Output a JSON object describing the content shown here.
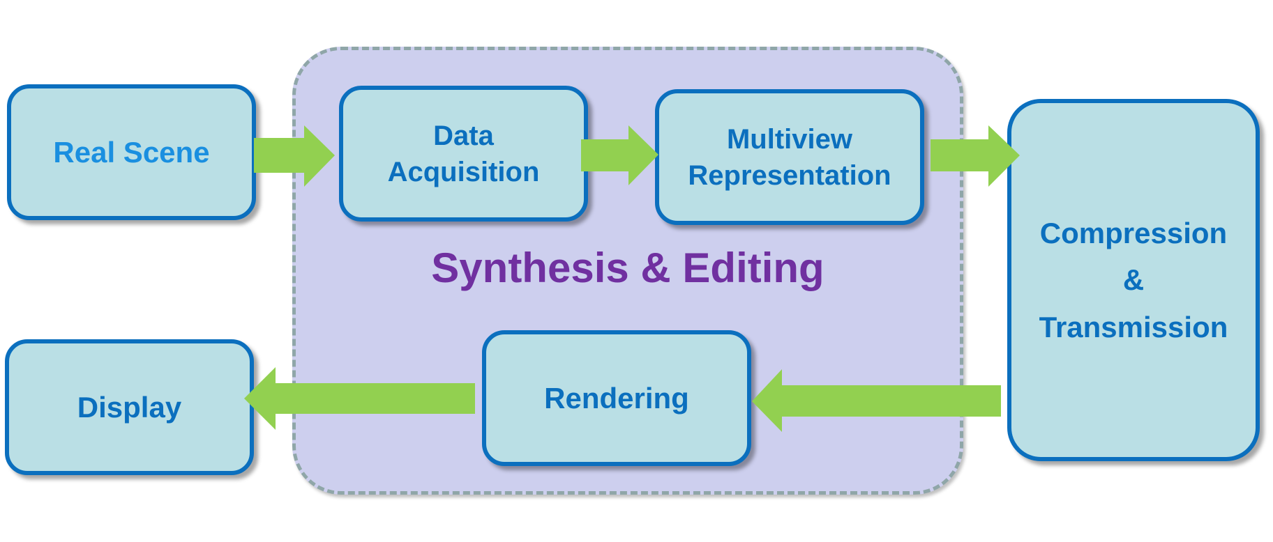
{
  "diagram": {
    "group_title": "Synthesis & Editing",
    "nodes": {
      "real_scene": "Real Scene",
      "data_acquisition": "Data\nAcquisition",
      "multiview_representation": "Multiview\nRepresentation",
      "compression_transmission": "Compression\n&\nTransmission",
      "rendering": "Rendering",
      "display": "Display"
    },
    "edges": [
      {
        "from": "Real Scene",
        "to": "Data Acquisition"
      },
      {
        "from": "Data Acquisition",
        "to": "Multiview Representation"
      },
      {
        "from": "Multiview Representation",
        "to": "Compression & Transmission"
      },
      {
        "from": "Compression & Transmission",
        "to": "Rendering"
      },
      {
        "from": "Rendering",
        "to": "Display"
      }
    ],
    "colors": {
      "node_fill": "#badfe5",
      "node_border": "#0b6fbe",
      "group_fill": "#cdcfee",
      "group_border": "#8fa6a8",
      "arrow": "#92d050",
      "group_title": "#7030a0"
    }
  }
}
